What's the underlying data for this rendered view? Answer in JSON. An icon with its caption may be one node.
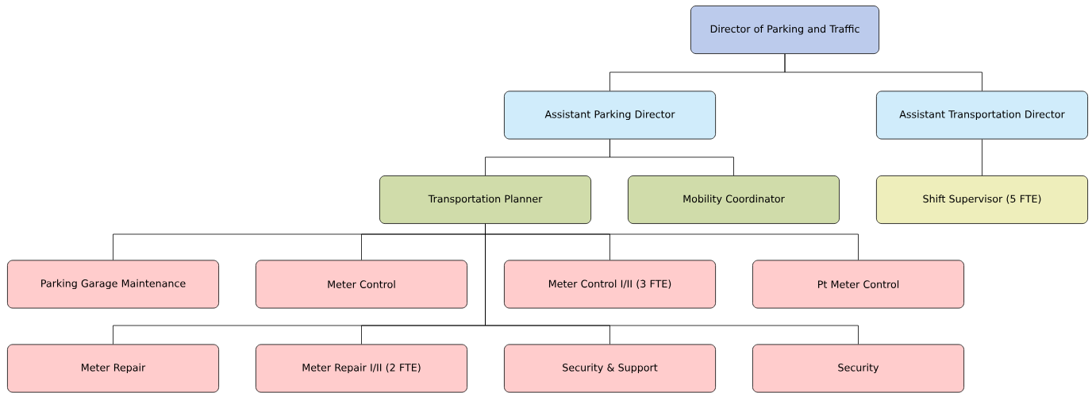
{
  "diagram": {
    "nodes": [
      {
        "text": [
          "Director of Parking and Traffic"
        ]
      },
      {
        "text": [
          "Assistant Parking Director"
        ]
      },
      {
        "text": [
          "Assistant Transportation Director"
        ]
      },
      {
        "text": [
          "Transportation Planner"
        ]
      },
      {
        "text": [
          "Mobility Coordinator"
        ]
      },
      {
        "text": [
          "Shift Supervisor (5 FTE)"
        ]
      },
      {
        "text": [
          "Parking Garage Maintenance"
        ]
      },
      {
        "text": [
          "Meter Control"
        ]
      },
      {
        "text": [
          "Meter Control I/II (3 FTE)"
        ]
      },
      {
        "text": [
          "Pt Meter Control"
        ]
      },
      {
        "text": [
          "Meter Repair"
        ]
      },
      {
        "text": [
          "Meter Repair I/II (2 FTE)"
        ]
      },
      {
        "text": [
          "Security & Support"
        ]
      },
      {
        "text": [
          "Security"
        ]
      }
    ],
    "edges": [
      {
        "from": 0,
        "to": 1,
        "arrow": "none"
      },
      {
        "from": 0,
        "to": 2,
        "arrow": "none"
      },
      {
        "from": 1,
        "to": 3,
        "arrow": "none"
      },
      {
        "from": 1,
        "to": 4,
        "arrow": "none"
      },
      {
        "from": 2,
        "to": 5,
        "arrow": "none"
      },
      {
        "from": 3,
        "to": 6,
        "arrow": "none"
      },
      {
        "from": 3,
        "to": 7,
        "arrow": "none"
      },
      {
        "from": 3,
        "to": 8,
        "arrow": "none"
      },
      {
        "from": 3,
        "to": 9,
        "arrow": "none"
      },
      {
        "from": 3,
        "to": 10,
        "arrow": "none"
      },
      {
        "from": 3,
        "to": 11,
        "arrow": "none"
      },
      {
        "from": 3,
        "to": 12,
        "arrow": "none"
      },
      {
        "from": 3,
        "to": 13,
        "arrow": "none"
      }
    ]
  }
}
